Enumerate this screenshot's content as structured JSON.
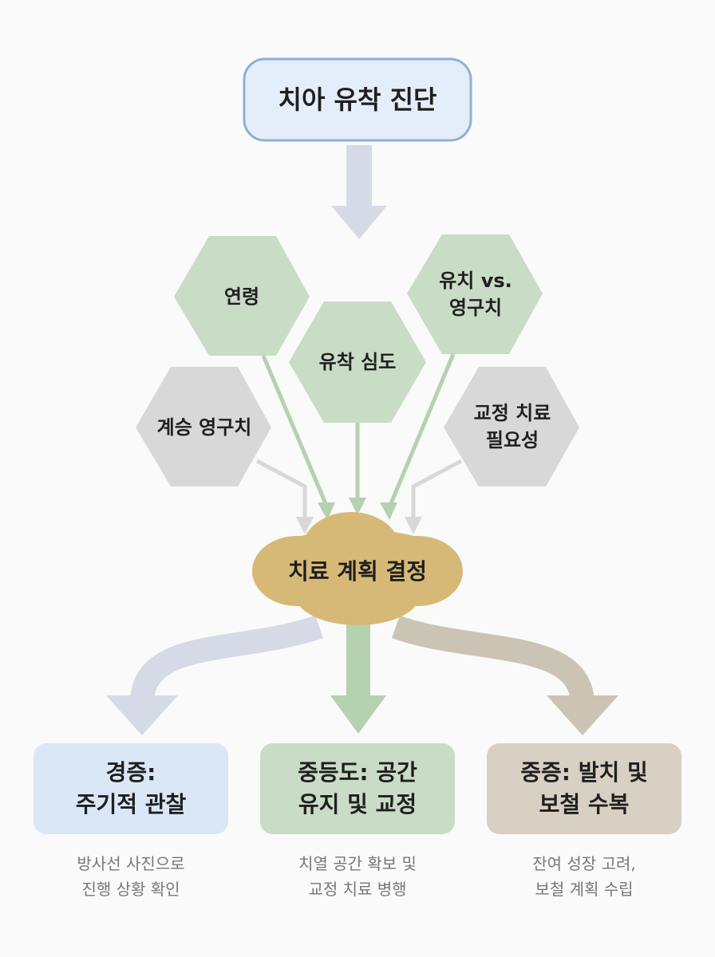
{
  "top": {
    "title": "치아 유착 진단"
  },
  "factors": [
    {
      "id": "age",
      "lines": [
        "연령"
      ]
    },
    {
      "id": "depth",
      "lines": [
        "유착 심도"
      ]
    },
    {
      "id": "primary",
      "lines": [
        "유치 vs.",
        "영구치"
      ]
    },
    {
      "id": "successor",
      "lines": [
        "계승 영구치"
      ]
    },
    {
      "id": "ortho",
      "lines": [
        "교정 치료",
        "필요성"
      ]
    }
  ],
  "decision": {
    "title": "치료 계획 결정"
  },
  "outcomes": [
    {
      "id": "mild",
      "lines": [
        "경증:",
        "주기적 관찰"
      ],
      "desc": [
        "방사선 사진으로",
        "진행 상황 확인"
      ]
    },
    {
      "id": "moderate",
      "lines": [
        "중등도: 공간",
        "유지 및 교정"
      ],
      "desc": [
        "치열 공간 확보 및",
        "교정 치료 병행"
      ]
    },
    {
      "id": "severe",
      "lines": [
        "중증: 발치 및",
        "보철 수복"
      ],
      "desc": [
        "잔여 성장 고려,",
        "보철 계획 수립"
      ]
    }
  ],
  "colors": {
    "top_fill": "#e4eefa",
    "top_stroke": "#8eb0d8",
    "green": "#c9dcc5",
    "gray": "#d8d8d8",
    "gold": "#d7b977",
    "blue_arrow": "#d5dae6",
    "green_arrow": "#b5d1b0",
    "tan_arrow": "#cbc3b3",
    "mild_fill": "#dae7f6",
    "moderate_fill": "#c9dcc5",
    "severe_fill": "#d7d0c3"
  }
}
